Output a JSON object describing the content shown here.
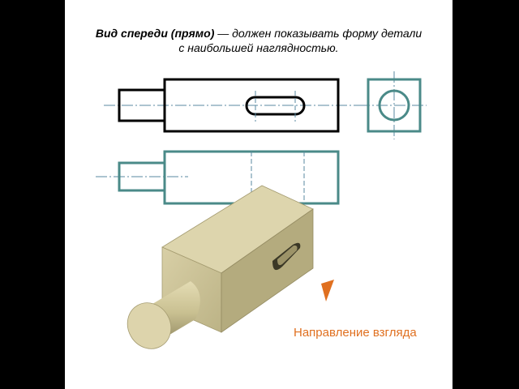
{
  "title": {
    "bold": "Вид спереди (прямо)",
    "rest": " — должен показывать форму детали",
    "line2": "с наибольшей наглядностью."
  },
  "caption": "Направление взгляда",
  "colors": {
    "background": "#000000",
    "slide": "#ffffff",
    "front_view": "#000000",
    "projection_views": "#4a8a88",
    "centerline": "#5a8aa0",
    "arrow": "#e07020",
    "part": "#c8bf92"
  }
}
